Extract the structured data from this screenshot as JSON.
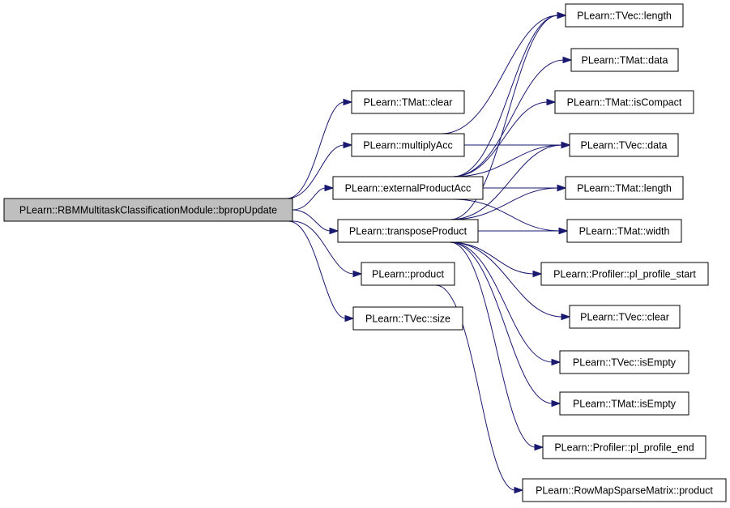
{
  "colors": {
    "edge": "#191970",
    "root_fill": "#bfbfbf",
    "node_fill": "#ffffff",
    "node_border": "#000000"
  },
  "nodes": {
    "root": "PLearn::RBMMultitaskClassificationModule::bpropUpdate",
    "tmat_clear": "PLearn::TMat::clear",
    "multiplyacc": "PLearn::multiplyAcc",
    "externalproductacc": "PLearn::externalProductAcc",
    "transposeproduct": "PLearn::transposeProduct",
    "product": "PLearn::product",
    "tvec_size": "PLearn::TVec::size",
    "tvec_length": "PLearn::TVec::length",
    "tmat_data": "PLearn::TMat::data",
    "tmat_iscompact": "PLearn::TMat::isCompact",
    "tvec_data": "PLearn::TVec::data",
    "tmat_length": "PLearn::TMat::length",
    "tmat_width": "PLearn::TMat::width",
    "profiler_start": "PLearn::Profiler::pl_profile_start",
    "tvec_clear": "PLearn::TVec::clear",
    "tvec_isempty": "PLearn::TVec::isEmpty",
    "tmat_isempty": "PLearn::TMat::isEmpty",
    "profiler_end": "PLearn::Profiler::pl_profile_end",
    "rowmap_product": "PLearn::RowMapSparseMatrix::product"
  },
  "edges": [
    [
      "root",
      "tmat_clear"
    ],
    [
      "root",
      "multiplyacc"
    ],
    [
      "root",
      "externalproductacc"
    ],
    [
      "root",
      "transposeproduct"
    ],
    [
      "root",
      "product"
    ],
    [
      "root",
      "tvec_size"
    ],
    [
      "multiplyacc",
      "tvec_length"
    ],
    [
      "multiplyacc",
      "tvec_data"
    ],
    [
      "externalproductacc",
      "tvec_length"
    ],
    [
      "externalproductacc",
      "tmat_data"
    ],
    [
      "externalproductacc",
      "tmat_iscompact"
    ],
    [
      "externalproductacc",
      "tvec_data"
    ],
    [
      "externalproductacc",
      "tmat_length"
    ],
    [
      "externalproductacc",
      "tmat_width"
    ],
    [
      "transposeproduct",
      "tvec_length"
    ],
    [
      "transposeproduct",
      "tvec_data"
    ],
    [
      "transposeproduct",
      "tmat_length"
    ],
    [
      "transposeproduct",
      "tmat_width"
    ],
    [
      "transposeproduct",
      "profiler_start"
    ],
    [
      "transposeproduct",
      "tvec_clear"
    ],
    [
      "transposeproduct",
      "tvec_isempty"
    ],
    [
      "transposeproduct",
      "tmat_isempty"
    ],
    [
      "transposeproduct",
      "profiler_end"
    ],
    [
      "product",
      "rowmap_product"
    ]
  ]
}
